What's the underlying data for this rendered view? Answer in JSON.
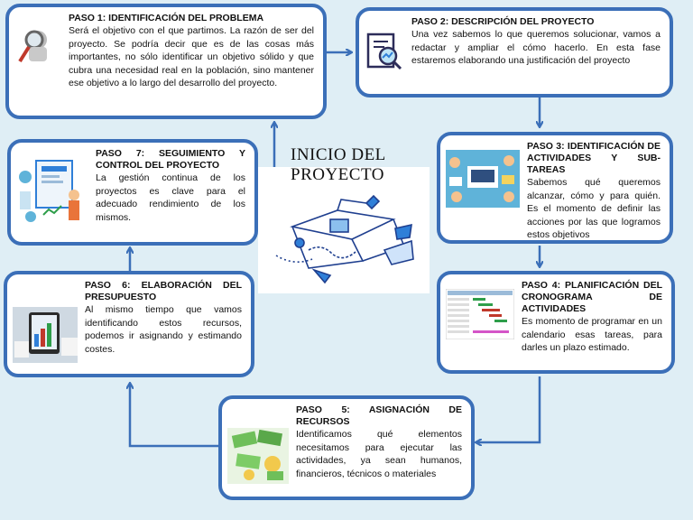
{
  "center": {
    "title_line1": "INICIO DEL",
    "title_line2": "PROYECTO"
  },
  "steps": [
    {
      "title": "PASO 1: IDENTIFICACIÓN DEL PROBLEMA",
      "text": "Será el objetivo con el que partimos. La razón de ser del proyecto. Se podría decir que es de las cosas más importantes, no sólo identificar un objetivo sólido y que cubra una necesidad real en la población, sino mantener ese objetivo a lo largo del desarrollo del proyecto.",
      "icon": "magnifier-person-icon"
    },
    {
      "title": "PASO 2: DESCRIPCIÓN DEL PROYECTO",
      "text": "Una vez sabemos lo que queremos solucionar, vamos a redactar y ampliar el cómo hacerlo. En esta fase estaremos elaborando una justificación del proyecto",
      "icon": "document-search-icon"
    },
    {
      "title": "PASO 3: IDENTIFICACIÓN DE ACTIVIDADES Y SUB-TAREAS",
      "text": "Sabemos qué queremos alcanzar, cómo y para quién. Es el momento de definir las acciones por las que logramos estos objetivos",
      "icon": "team-desk-icon"
    },
    {
      "title": "PASO 4: PLANIFICACIÓN DEL CRONOGRAMA DE ACTIVIDADES",
      "text": "Es momento de programar en un calendario esas tareas, para darles un plazo estimado.",
      "icon": "gantt-chart-icon"
    },
    {
      "title": "PASO 5: ASIGNACIÓN DE RECURSOS",
      "text": "Identificamos qué elementos necesitamos para ejecutar las actividades, ya sean humanos, financieros, técnicos o materiales",
      "icon": "money-icon"
    },
    {
      "title": "PASO 6: ELABORACIÓN DEL PRESUPUESTO",
      "text": "Al mismo tiempo que vamos identificando estos recursos, podemos ir asignando y estimando costes.",
      "icon": "budget-tablet-icon"
    },
    {
      "title": "PASO 7: SEGUIMIENTO Y CONTROL DEL PROYECTO",
      "text": "La gestión continua de los proyectos es clave para el adecuado rendimiento de los mismos.",
      "icon": "dashboard-person-icon"
    }
  ],
  "colors": {
    "border": "#3b6fb8",
    "background": "#dfeef5"
  }
}
